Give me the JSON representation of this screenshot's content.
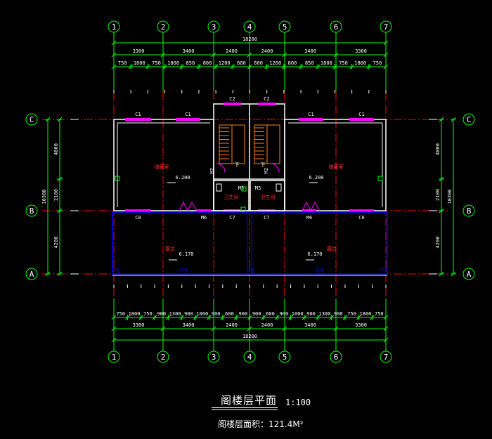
{
  "drawing": {
    "title": "阁楼层平面",
    "scale": "1:100",
    "area_note": "阁楼层面积：121.4M²"
  },
  "grids": {
    "columns": [
      "1",
      "2",
      "3",
      "4",
      "5",
      "6",
      "7"
    ],
    "rows": [
      "C",
      "B",
      "A"
    ]
  },
  "dimensions": {
    "overall_width": "18200",
    "top_mid": [
      "3300",
      "3400",
      "2400",
      "2400",
      "3400",
      "3300"
    ],
    "top_detail": [
      "750",
      "1800",
      "750",
      "1800",
      "850",
      "800",
      "1200",
      "600",
      "600",
      "1200",
      "800",
      "850",
      "1800",
      "750",
      "1800",
      "750"
    ],
    "bottom_mid": [
      "3300",
      "3400",
      "2400",
      "2400",
      "3400",
      "3300"
    ],
    "bottom_detail": [
      "750",
      "1800",
      "750",
      "900",
      "1300",
      "900",
      "1000",
      "900",
      "600",
      "900",
      "900",
      "600",
      "900",
      "1000",
      "900",
      "1300",
      "900",
      "750",
      "1800",
      "750"
    ],
    "overall_depth": "10300",
    "side_parts": [
      "4000",
      "2100",
      "4200"
    ]
  },
  "openings": {
    "top_windows": [
      "C1",
      "C1",
      "C2",
      "C2",
      "C1",
      "C1"
    ],
    "axis_b": [
      "C8",
      "M6",
      "C7",
      "C7",
      "M6",
      "C6"
    ],
    "doors_stair": [
      "M2",
      "M2"
    ],
    "doors_wc": [
      "M3",
      "M3"
    ],
    "stair_marks": [
      "下",
      "下"
    ]
  },
  "rooms": {
    "left_room": "储藏室",
    "right_room": "储藏室",
    "left_wc": "卫生间",
    "right_wc": "卫生间",
    "left_terrace": "露台",
    "right_terrace": "露台"
  },
  "levels": {
    "upper_left": "6.200",
    "upper_right": "6.200",
    "lower_left": "6.170",
    "lower_right": "6.170"
  },
  "colors": {
    "grid_circle": "#00ff00",
    "dimension": "#00ff00",
    "axis_line": "#ff0000",
    "wall": "#ffffff",
    "window": "#ff00ff",
    "stair": "#ff8000",
    "terrace_edge": "#0000ff"
  }
}
